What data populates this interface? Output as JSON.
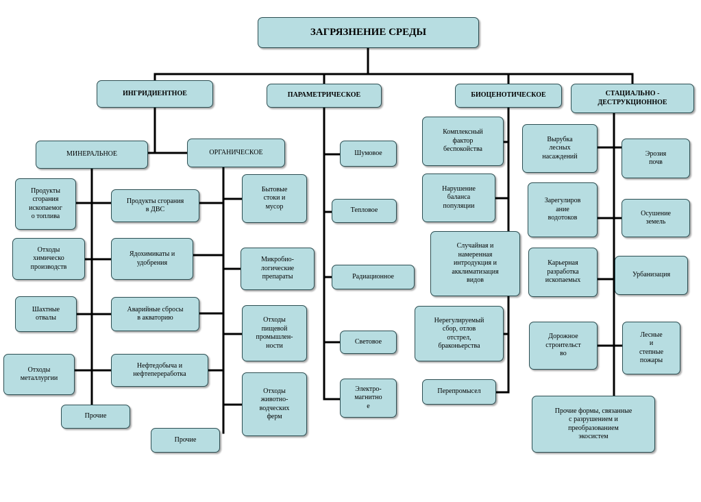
{
  "title": "ЗАГРЯЗНЕНИЕ СРЕДЫ",
  "categories": {
    "ingredient": "ИНГРИДИЕНТНОЕ",
    "parametric": "ПАРАМЕТРИЧЕСКОЕ",
    "biocenotic": "БИОЦЕНОТИЧЕСКОЕ",
    "stationaldestructive": "СТАЦИАЛЬНО  -\nДЕСТРУКЦИОННОЕ"
  },
  "ingredient": {
    "mineral": {
      "label": "МИНЕРАЛЬНОЕ",
      "left": [
        "Продукты\nсгорания\nископаемог\nо топлива",
        "Отходы\nхимическо\nпроизводств",
        "Шахтные\nотвалы",
        "Отходы\nметаллургии"
      ],
      "right": [
        "Продукты  сгорания\nв ДВС",
        "Ядохимикаты  и\nудобрения",
        "Аварийные сбросы\nв акваторию",
        "Нефтедобыча и\nнефтепереработка"
      ],
      "other": "Прочие"
    },
    "organic": {
      "label": "ОРГАНИЧЕСКОЕ",
      "items": [
        "Бытовые\nстоки и\nмусор",
        "Микробио-\nлогические\nпрепараты",
        "Отходы\nпищевой\nпромышлен-\nности",
        "Отходы\nживотно-\nводческих\nферм"
      ],
      "other": "Прочие"
    }
  },
  "parametric": {
    "items": [
      "Шумовое",
      "Тепловое",
      "Радиационное",
      "Световое",
      "Электро-\nмагнитно\nе"
    ]
  },
  "biocenotic": {
    "items": [
      "Комплексный\nфактор\nбеспокойства",
      "Нарушение\nбаланса\nпопуляции",
      "Случайная и\nнамеренная\nинтродукция и\nакклиматизация\nвидов",
      "Нерегулируемый\nсбор, отлов\nотстрел,\nбраконьерства",
      "Перепромысел"
    ]
  },
  "stationaldestructive": {
    "left": [
      "Вырубка\nлесных\nнасаждений",
      "Зарегулиров\nание\nводотоков",
      "Карьерная\nразработка\nископаемых",
      "Дорожное\nстроительст\nво"
    ],
    "right": [
      "Эрозия\nпочв",
      "Осушение\nземель",
      "Урбанизация",
      "Лесные\nи\nстепные\nпожары"
    ],
    "other": "Прочие формы, связанные\nс разрушением и\nпреобразованием\nэкосистем"
  }
}
